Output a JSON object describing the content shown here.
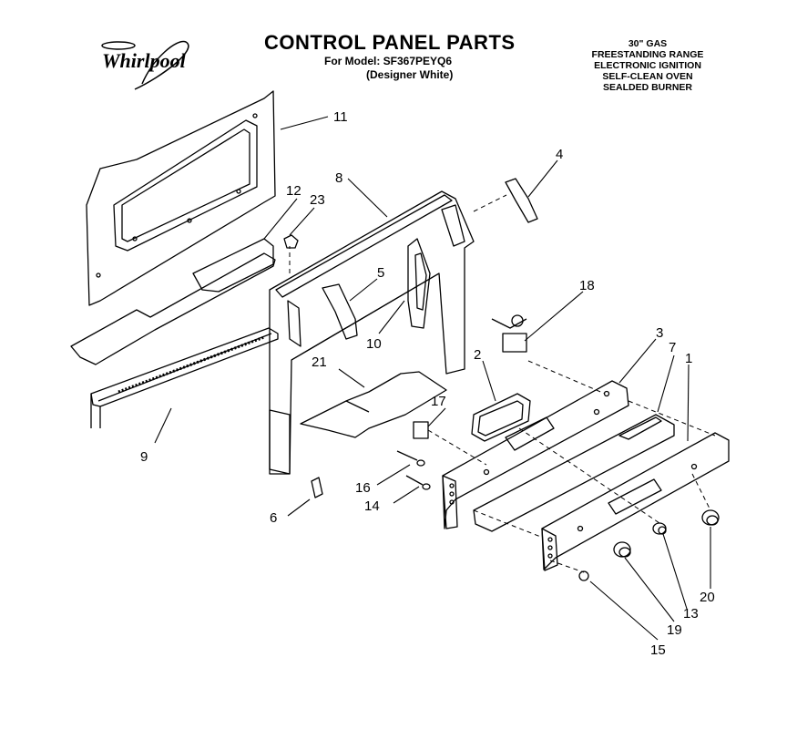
{
  "header": {
    "brand": "Whirlpool",
    "title": "CONTROL PANEL PARTS",
    "model_line": "For Model: SF367PEYQ6",
    "variant": "(Designer White)"
  },
  "description": [
    "30\" GAS",
    "FREESTANDING RANGE",
    "ELECTRONIC IGNITION",
    "SELF-CLEAN OVEN",
    "SEALDED BURNER"
  ],
  "callouts": {
    "c1": "1",
    "c2": "2",
    "c3": "3",
    "c4": "4",
    "c5": "5",
    "c6": "6",
    "c7": "7",
    "c8": "8",
    "c9": "9",
    "c10": "10",
    "c11": "11",
    "c12": "12",
    "c13": "13",
    "c14": "14",
    "c15": "15",
    "c16": "16",
    "c17": "17",
    "c18": "18",
    "c19": "19",
    "c20": "20",
    "c21": "21",
    "c23": "23"
  }
}
